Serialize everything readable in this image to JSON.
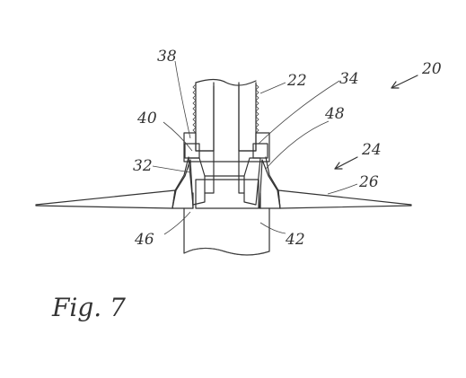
{
  "figure": {
    "caption": "Fig. 7",
    "reference_numerals": {
      "n20": "20",
      "n22": "22",
      "n24": "24",
      "n26": "26",
      "n32": "32",
      "n34": "34",
      "n38": "38",
      "n40": "40",
      "n42": "42",
      "n46": "46",
      "n48": "48"
    }
  }
}
